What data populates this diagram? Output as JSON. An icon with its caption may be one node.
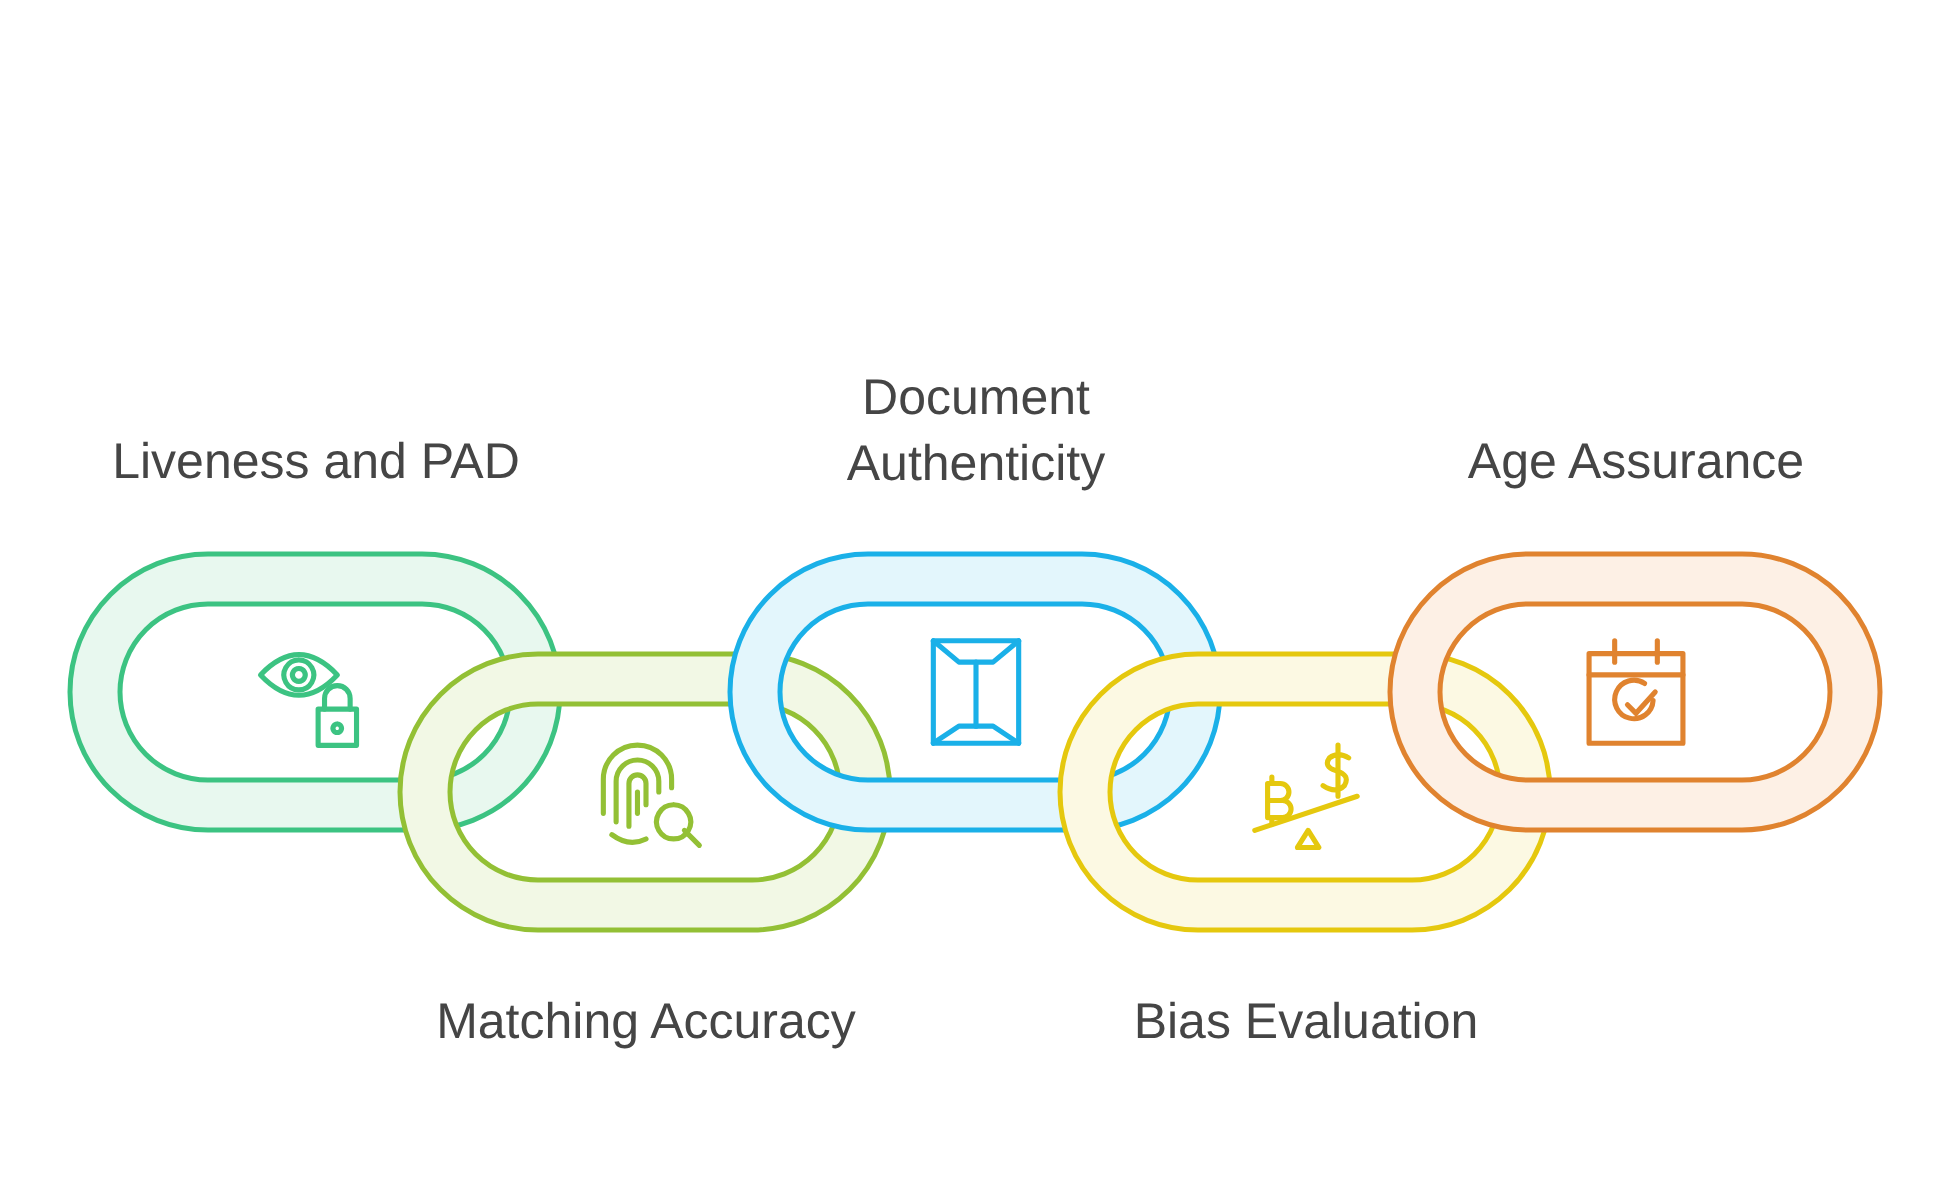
{
  "diagram": {
    "nodes": [
      {
        "text": [
          "Liveness and PAD"
        ]
      },
      {
        "text": [
          "Matching Accuracy"
        ]
      },
      {
        "text": [
          "Document Authenticity"
        ]
      },
      {
        "text": [
          "Bias Evaluation"
        ]
      },
      {
        "text": [
          "Age Assurance"
        ]
      }
    ]
  }
}
